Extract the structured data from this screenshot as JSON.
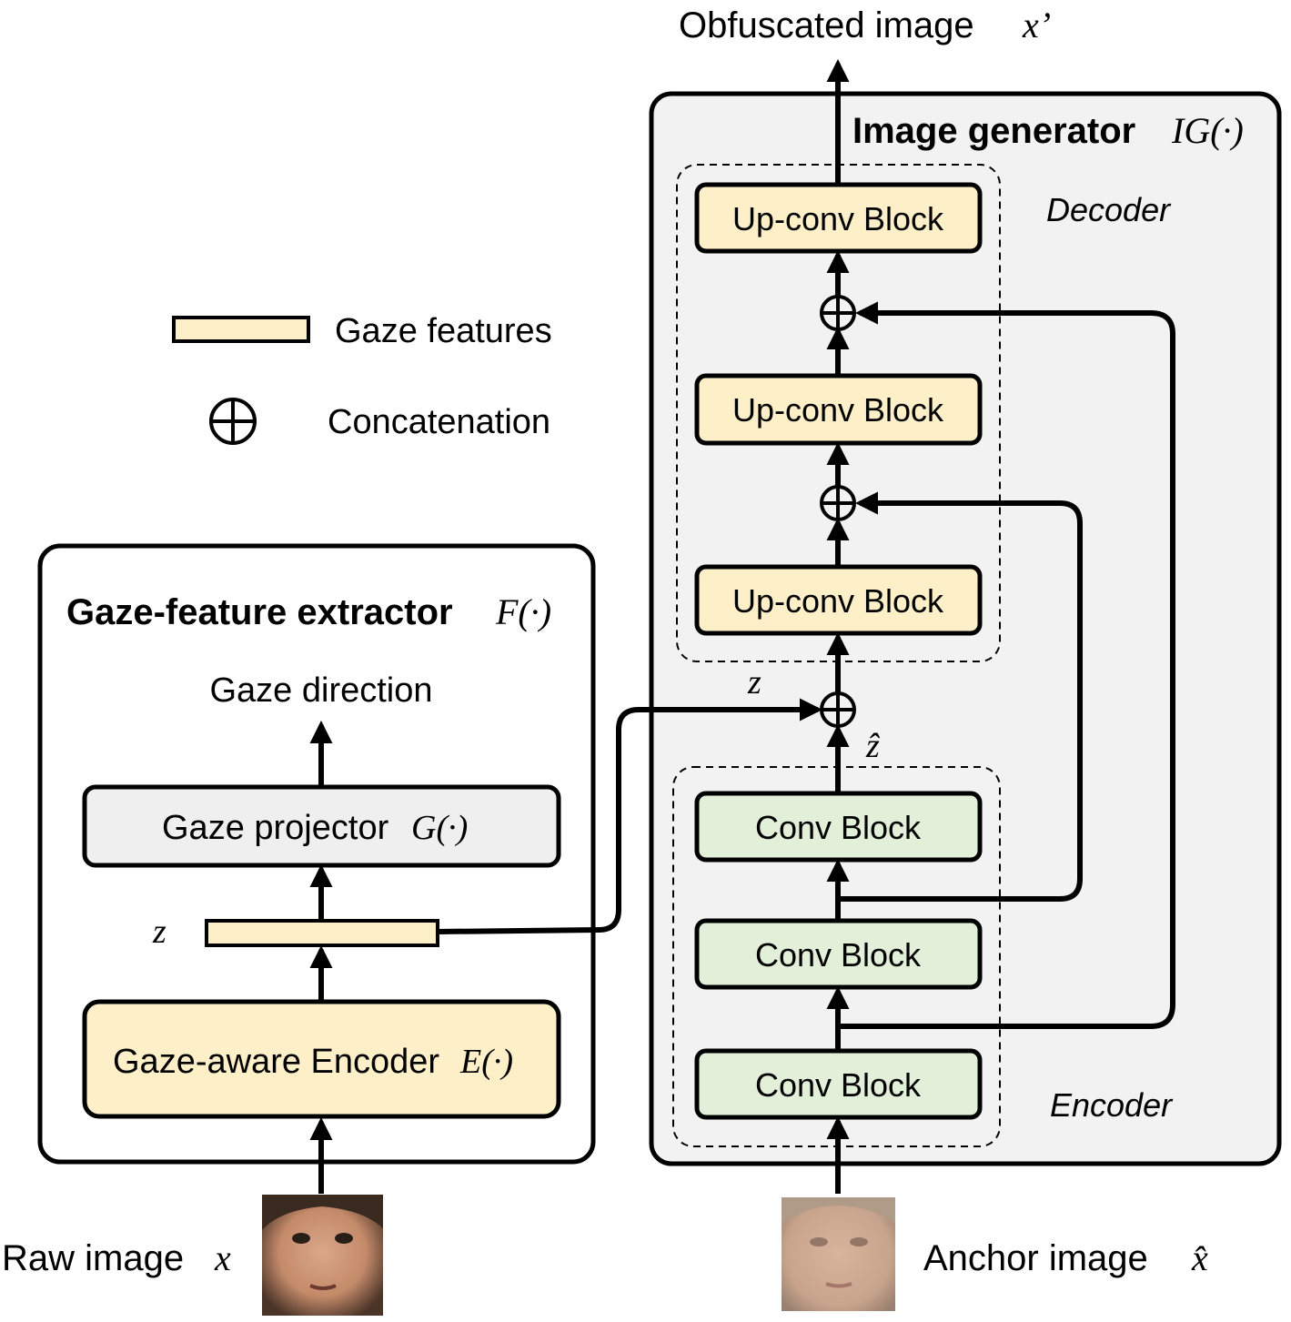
{
  "output": {
    "label": "Obfuscated image",
    "symbol": "x’"
  },
  "image_generator": {
    "title": "Image generator",
    "symbol": "IG(·)"
  },
  "decoder": {
    "label": "Decoder",
    "blocks": [
      "Up-conv Block",
      "Up-conv Block",
      "Up-conv Block"
    ]
  },
  "encoder": {
    "label": "Encoder",
    "blocks": [
      "Conv Block",
      "Conv Block",
      "Conv Block"
    ]
  },
  "legend": {
    "gaze_features": "Gaze features",
    "concatenation": "Concatenation"
  },
  "extractor": {
    "title": "Gaze-feature extractor",
    "symbol": "F(·)",
    "gaze_direction": "Gaze direction",
    "projector": {
      "label": "Gaze projector",
      "symbol": "G(·)"
    },
    "encoder": {
      "label": "Gaze-aware Encoder",
      "symbol": "E(·)"
    },
    "z_label": "z"
  },
  "symbols": {
    "z": "z",
    "z_hat": "ẑ"
  },
  "inputs": {
    "raw": {
      "label": "Raw image",
      "symbol": "x"
    },
    "anchor": {
      "label": "Anchor image",
      "symbol": "x̂"
    }
  },
  "colors": {
    "gaze_feature_fill": "#fdf0c8",
    "encoder_block_fill": "#e2efd9",
    "generator_bg": "#f2f2f2",
    "projector_fill": "#efefef"
  }
}
